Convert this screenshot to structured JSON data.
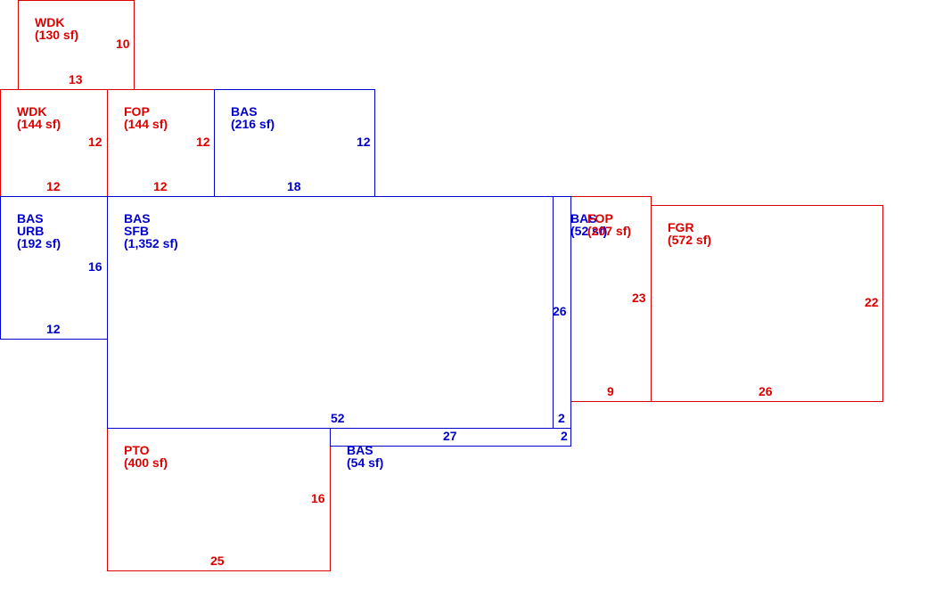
{
  "colors": {
    "living": "#0000cc",
    "other": "#dd0000"
  },
  "areas": [
    {
      "id": "wdk-top",
      "color": "other",
      "lines": [
        "WDK",
        "(130 sf)"
      ],
      "dims": [
        "10",
        "13"
      ]
    },
    {
      "id": "wdk-left",
      "color": "other",
      "lines": [
        "WDK",
        "(144 sf)"
      ],
      "dims": [
        "12",
        "12"
      ]
    },
    {
      "id": "fop-upper",
      "color": "other",
      "lines": [
        "FOP",
        "(144 sf)"
      ],
      "dims": [
        "12",
        "12"
      ]
    },
    {
      "id": "bas-upper",
      "color": "living",
      "lines": [
        "BAS",
        "(216 sf)"
      ],
      "dims": [
        "12",
        "18"
      ]
    },
    {
      "id": "bas-urb",
      "color": "living",
      "lines": [
        "BAS",
        "URB",
        "(192 sf)"
      ],
      "dims": [
        "16",
        "12"
      ]
    },
    {
      "id": "bas-sfb",
      "color": "living",
      "lines": [
        "BAS",
        "SFB",
        "(1,352 sf)"
      ],
      "dims": [
        "52"
      ]
    },
    {
      "id": "bas-strip",
      "color": "living",
      "lines": [
        "BAS",
        "(52 sf)"
      ],
      "dims": [
        "26",
        "2"
      ]
    },
    {
      "id": "fop-right",
      "color": "other",
      "lines": [
        "FOP",
        "(207 sf)"
      ],
      "dims": [
        "23",
        "9"
      ]
    },
    {
      "id": "fgr",
      "color": "other",
      "lines": [
        "FGR",
        "(572 sf)"
      ],
      "dims": [
        "22",
        "26"
      ]
    },
    {
      "id": "pto",
      "color": "other",
      "lines": [
        "PTO",
        "(400 sf)"
      ],
      "dims": [
        "16",
        "25"
      ]
    },
    {
      "id": "bas-lower",
      "color": "living",
      "lines": [
        "BAS",
        "(54 sf)"
      ],
      "dims": [
        "27",
        "2"
      ]
    }
  ]
}
